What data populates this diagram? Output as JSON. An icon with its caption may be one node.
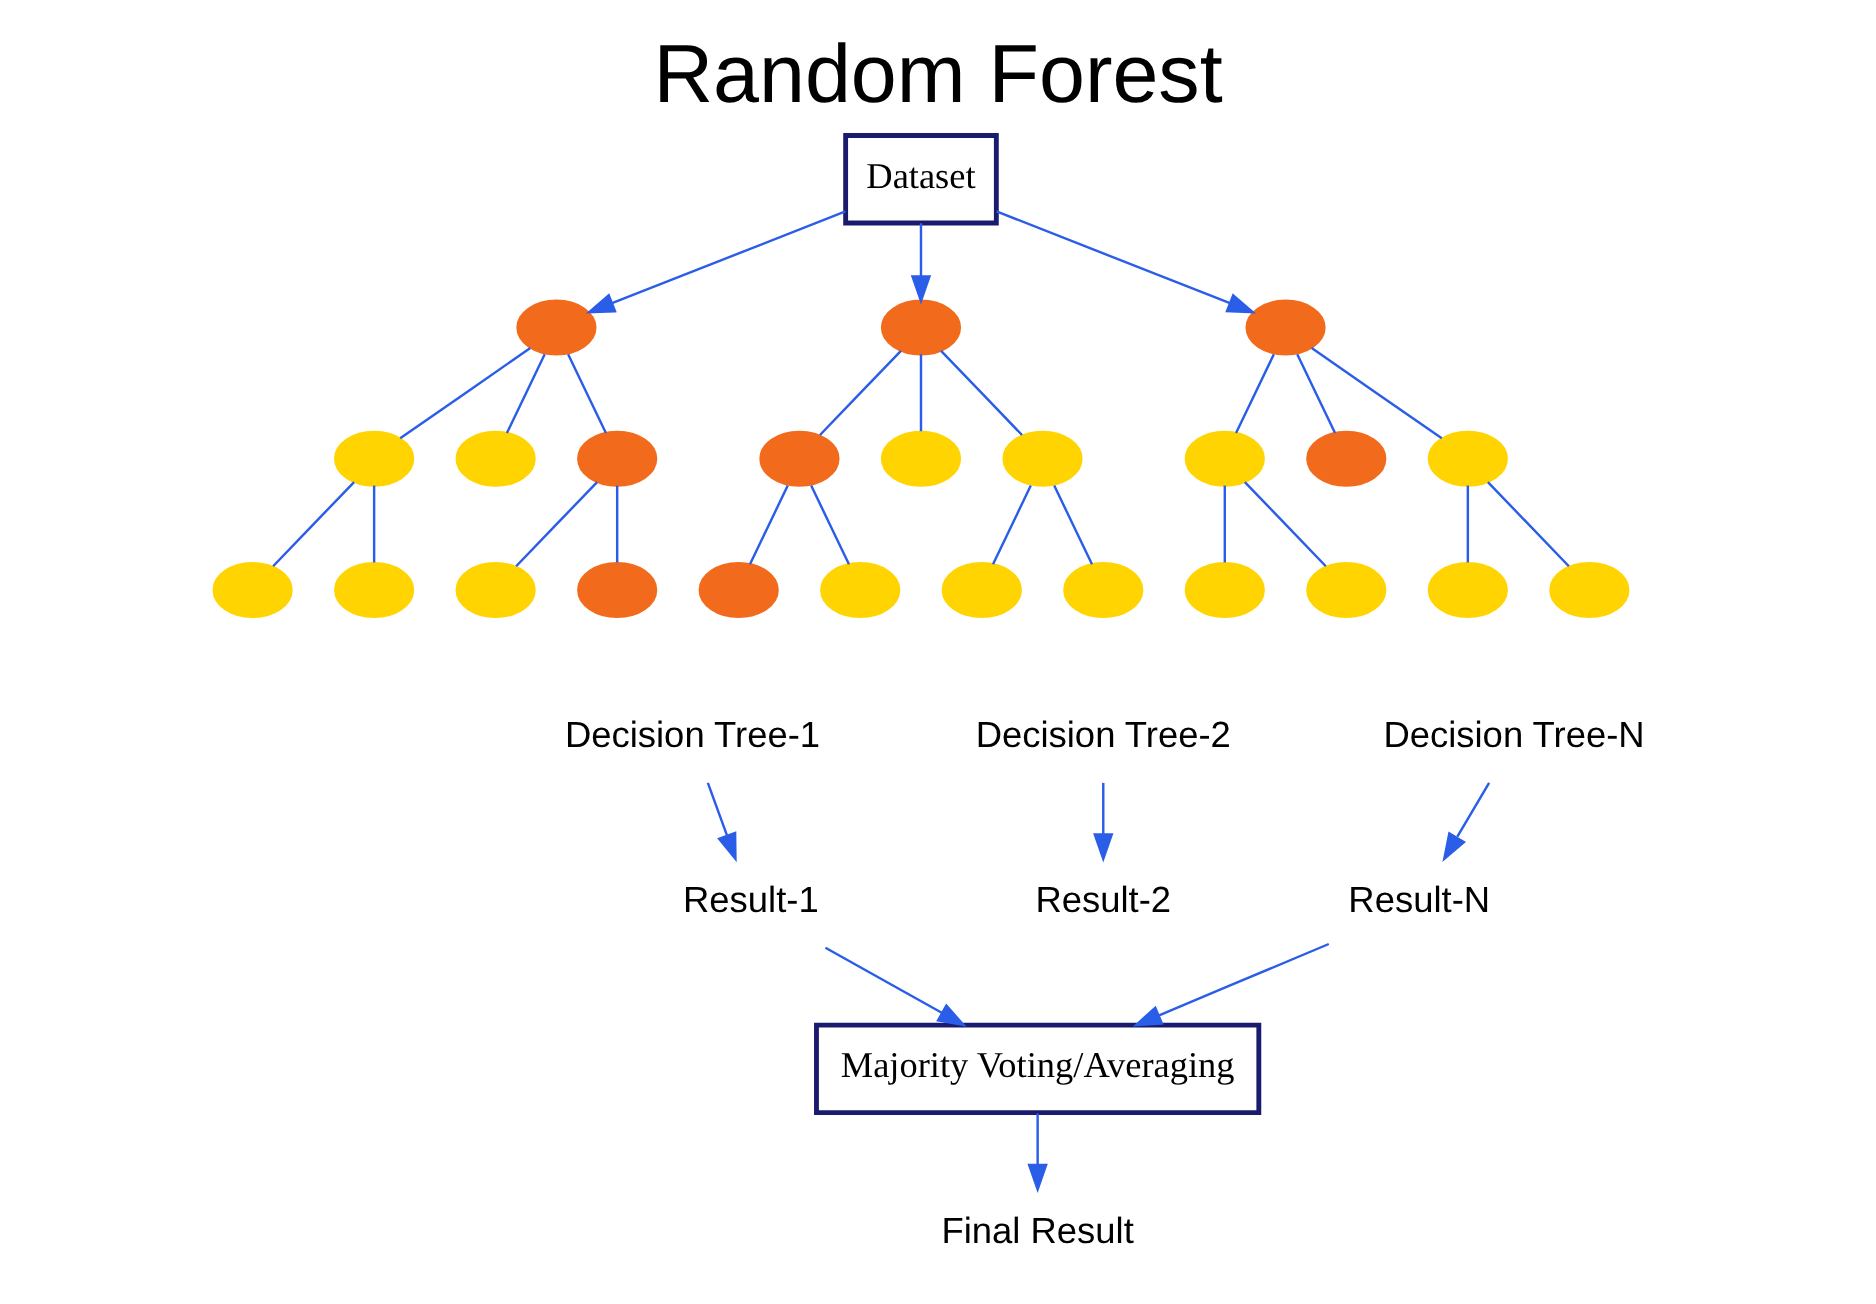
{
  "diagram": {
    "title": "Random Forest",
    "nodes": [
      {
        "text": [
          "Dataset"
        ]
      },
      {
        "text": [],
        "shape": "ellipse"
      },
      {
        "text": [],
        "shape": "ellipse"
      },
      {
        "text": [],
        "shape": "ellipse"
      },
      {
        "text": [],
        "shape": "ellipse"
      },
      {
        "text": [],
        "shape": "ellipse"
      },
      {
        "text": [],
        "shape": "ellipse"
      },
      {
        "text": [],
        "shape": "ellipse"
      },
      {
        "text": [],
        "shape": "ellipse"
      },
      {
        "text": [],
        "shape": "ellipse"
      },
      {
        "text": [],
        "shape": "ellipse"
      },
      {
        "text": [],
        "shape": "ellipse"
      },
      {
        "text": [],
        "shape": "ellipse"
      },
      {
        "text": [],
        "shape": "ellipse"
      },
      {
        "text": [],
        "shape": "ellipse"
      },
      {
        "text": [],
        "shape": "ellipse"
      },
      {
        "text": [],
        "shape": "ellipse"
      },
      {
        "text": [],
        "shape": "ellipse"
      },
      {
        "text": [],
        "shape": "ellipse"
      },
      {
        "text": [],
        "shape": "ellipse"
      },
      {
        "text": [],
        "shape": "ellipse"
      },
      {
        "text": [],
        "shape": "ellipse"
      },
      {
        "text": [],
        "shape": "ellipse"
      },
      {
        "text": [],
        "shape": "ellipse"
      },
      {
        "text": [],
        "shape": "ellipse"
      },
      {
        "text": [
          "Decision Tree-1"
        ]
      },
      {
        "text": [
          "Result-1"
        ]
      },
      {
        "text": [
          "Decision Tree-2"
        ]
      },
      {
        "text": [
          "Result-2"
        ]
      },
      {
        "text": [
          "Decision Tree-N"
        ]
      },
      {
        "text": [
          "Result-N"
        ]
      },
      {
        "text": [
          "Majority Voting/Averaging"
        ]
      },
      {
        "text": [
          "Final Result"
        ]
      }
    ],
    "edges": [
      {
        "from": 0,
        "to": 1,
        "arrow": "to"
      },
      {
        "from": 0,
        "to": 9,
        "arrow": "to"
      },
      {
        "from": 0,
        "to": 17,
        "arrow": "to"
      },
      {
        "from": 1,
        "to": 2,
        "arrow": "none"
      },
      {
        "from": 1,
        "to": 3,
        "arrow": "none"
      },
      {
        "from": 1,
        "to": 4,
        "arrow": "none"
      },
      {
        "from": 2,
        "to": 5,
        "arrow": "none"
      },
      {
        "from": 2,
        "to": 6,
        "arrow": "none"
      },
      {
        "from": 4,
        "to": 7,
        "arrow": "none"
      },
      {
        "from": 4,
        "to": 8,
        "arrow": "none"
      },
      {
        "from": 9,
        "to": 10,
        "arrow": "none"
      },
      {
        "from": 9,
        "to": 11,
        "arrow": "none"
      },
      {
        "from": 9,
        "to": 12,
        "arrow": "none"
      },
      {
        "from": 10,
        "to": 13,
        "arrow": "none"
      },
      {
        "from": 10,
        "to": 14,
        "arrow": "none"
      },
      {
        "from": 12,
        "to": 15,
        "arrow": "none"
      },
      {
        "from": 12,
        "to": 16,
        "arrow": "none"
      },
      {
        "from": 17,
        "to": 18,
        "arrow": "none"
      },
      {
        "from": 17,
        "to": 19,
        "arrow": "none"
      },
      {
        "from": 17,
        "to": 20,
        "arrow": "none"
      },
      {
        "from": 18,
        "to": 21,
        "arrow": "none"
      },
      {
        "from": 18,
        "to": 22,
        "arrow": "none"
      },
      {
        "from": 20,
        "to": 23,
        "arrow": "none"
      },
      {
        "from": 20,
        "to": 24,
        "arrow": "none"
      },
      {
        "from": 25,
        "to": 26,
        "arrow": "to"
      },
      {
        "from": 27,
        "to": 28,
        "arrow": "to"
      },
      {
        "from": 29,
        "to": 30,
        "arrow": "to"
      },
      {
        "from": 26,
        "to": 31,
        "arrow": "to"
      },
      {
        "from": 30,
        "to": 31,
        "arrow": "to"
      },
      {
        "from": 31,
        "to": 32,
        "arrow": "to"
      }
    ]
  }
}
